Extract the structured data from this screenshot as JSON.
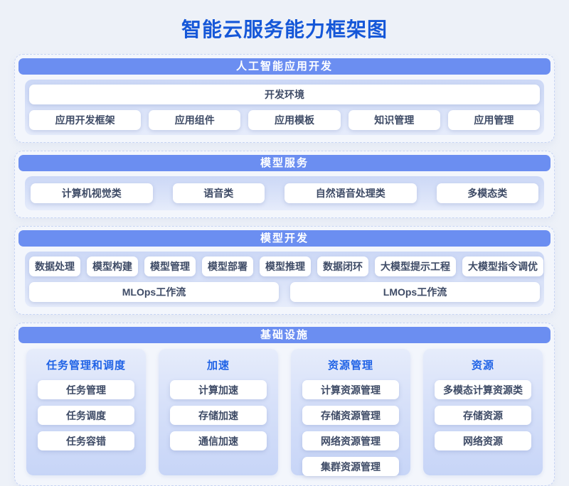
{
  "page": {
    "title": "智能云服务能力框架图"
  },
  "colors": {
    "page_background": "#edf1f8",
    "title_blue": "#1557d8",
    "section_header_blue": "#6b8ef1",
    "column_title_blue": "#2063e6",
    "chip_text": "#3e4b66",
    "panel_gradient_top": "#ccd8f6",
    "panel_gradient_bottom": "#e6ecfb"
  },
  "sections": [
    {
      "header": "人工智能应用开发",
      "full_row": "开发环境",
      "items": [
        "应用开发框架",
        "应用组件",
        "应用模板",
        "知识管理",
        "应用管理"
      ]
    },
    {
      "header": "模型服务",
      "items": [
        "计算机视觉类",
        "语音类",
        "自然语音处理类",
        "多模态类"
      ]
    },
    {
      "header": "模型开发",
      "items": [
        "数据处理",
        "模型构建",
        "模型管理",
        "模型部署",
        "模型推理",
        "数据闭环",
        "大模型提示工程",
        "大模型指令调优"
      ],
      "workflows": [
        "MLOps工作流",
        "LMOps工作流"
      ]
    },
    {
      "header": "基础设施",
      "columns": [
        {
          "title": "任务管理和调度",
          "items": [
            "任务管理",
            "任务调度",
            "任务容错"
          ]
        },
        {
          "title": "加速",
          "items": [
            "计算加速",
            "存储加速",
            "通信加速"
          ]
        },
        {
          "title": "资源管理",
          "items": [
            "计算资源管理",
            "存储资源管理",
            "网络资源管理",
            "集群资源管理"
          ]
        },
        {
          "title": "资源",
          "items": [
            "多模态计算资源类",
            "存储资源",
            "网络资源"
          ]
        }
      ]
    }
  ]
}
